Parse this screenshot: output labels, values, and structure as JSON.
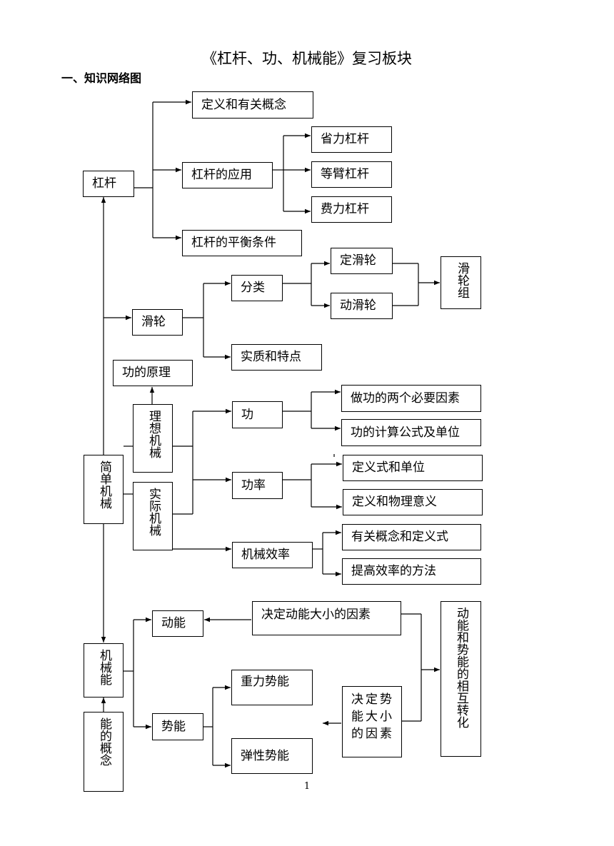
{
  "title": "《杠杆、功、机械能》复习板块",
  "section_heading": "一、知识网络图",
  "page_number": "1",
  "nodes": {
    "lever": "杠杆",
    "definition": "定义和有关概念",
    "lever_application": "杠杆的应用",
    "force_saving_lever": "省力杠杆",
    "equal_arm_lever": "等臂杠杆",
    "force_costing_lever": "费力杠杆",
    "lever_balance": "杠杆的平衡条件",
    "pulley": "滑轮",
    "classification": "分类",
    "fixed_pulley": "定滑轮",
    "movable_pulley": "动滑轮",
    "pulley_block": "滑轮组",
    "essence_features": "实质和特点",
    "work_principle": "功的原理",
    "ideal_machine": "理想机械",
    "simple_machine": "简单机械",
    "actual_machine": "实际机械",
    "work": "功",
    "work_factors": "做功的两个必要因素",
    "work_formula": "功的计算公式及单位",
    "power": "功率",
    "power_def_unit": "定义式和单位",
    "power_meaning": "定义和物理意义",
    "efficiency": "机械效率",
    "efficiency_concepts": "有关概念和定义式",
    "efficiency_improve": "提高效率的方法",
    "kinetic_energy": "动能",
    "kinetic_factors": "决定动能大小的因素",
    "mechanical_energy": "机械能",
    "potential_energy": "势能",
    "gravitational_pe": "重力势能",
    "elastic_pe": "弹性势能",
    "potential_factors": "决定势能大小的因素",
    "energy_concept": "能的概念",
    "energy_conversion": "动能和势能的相互转化"
  }
}
